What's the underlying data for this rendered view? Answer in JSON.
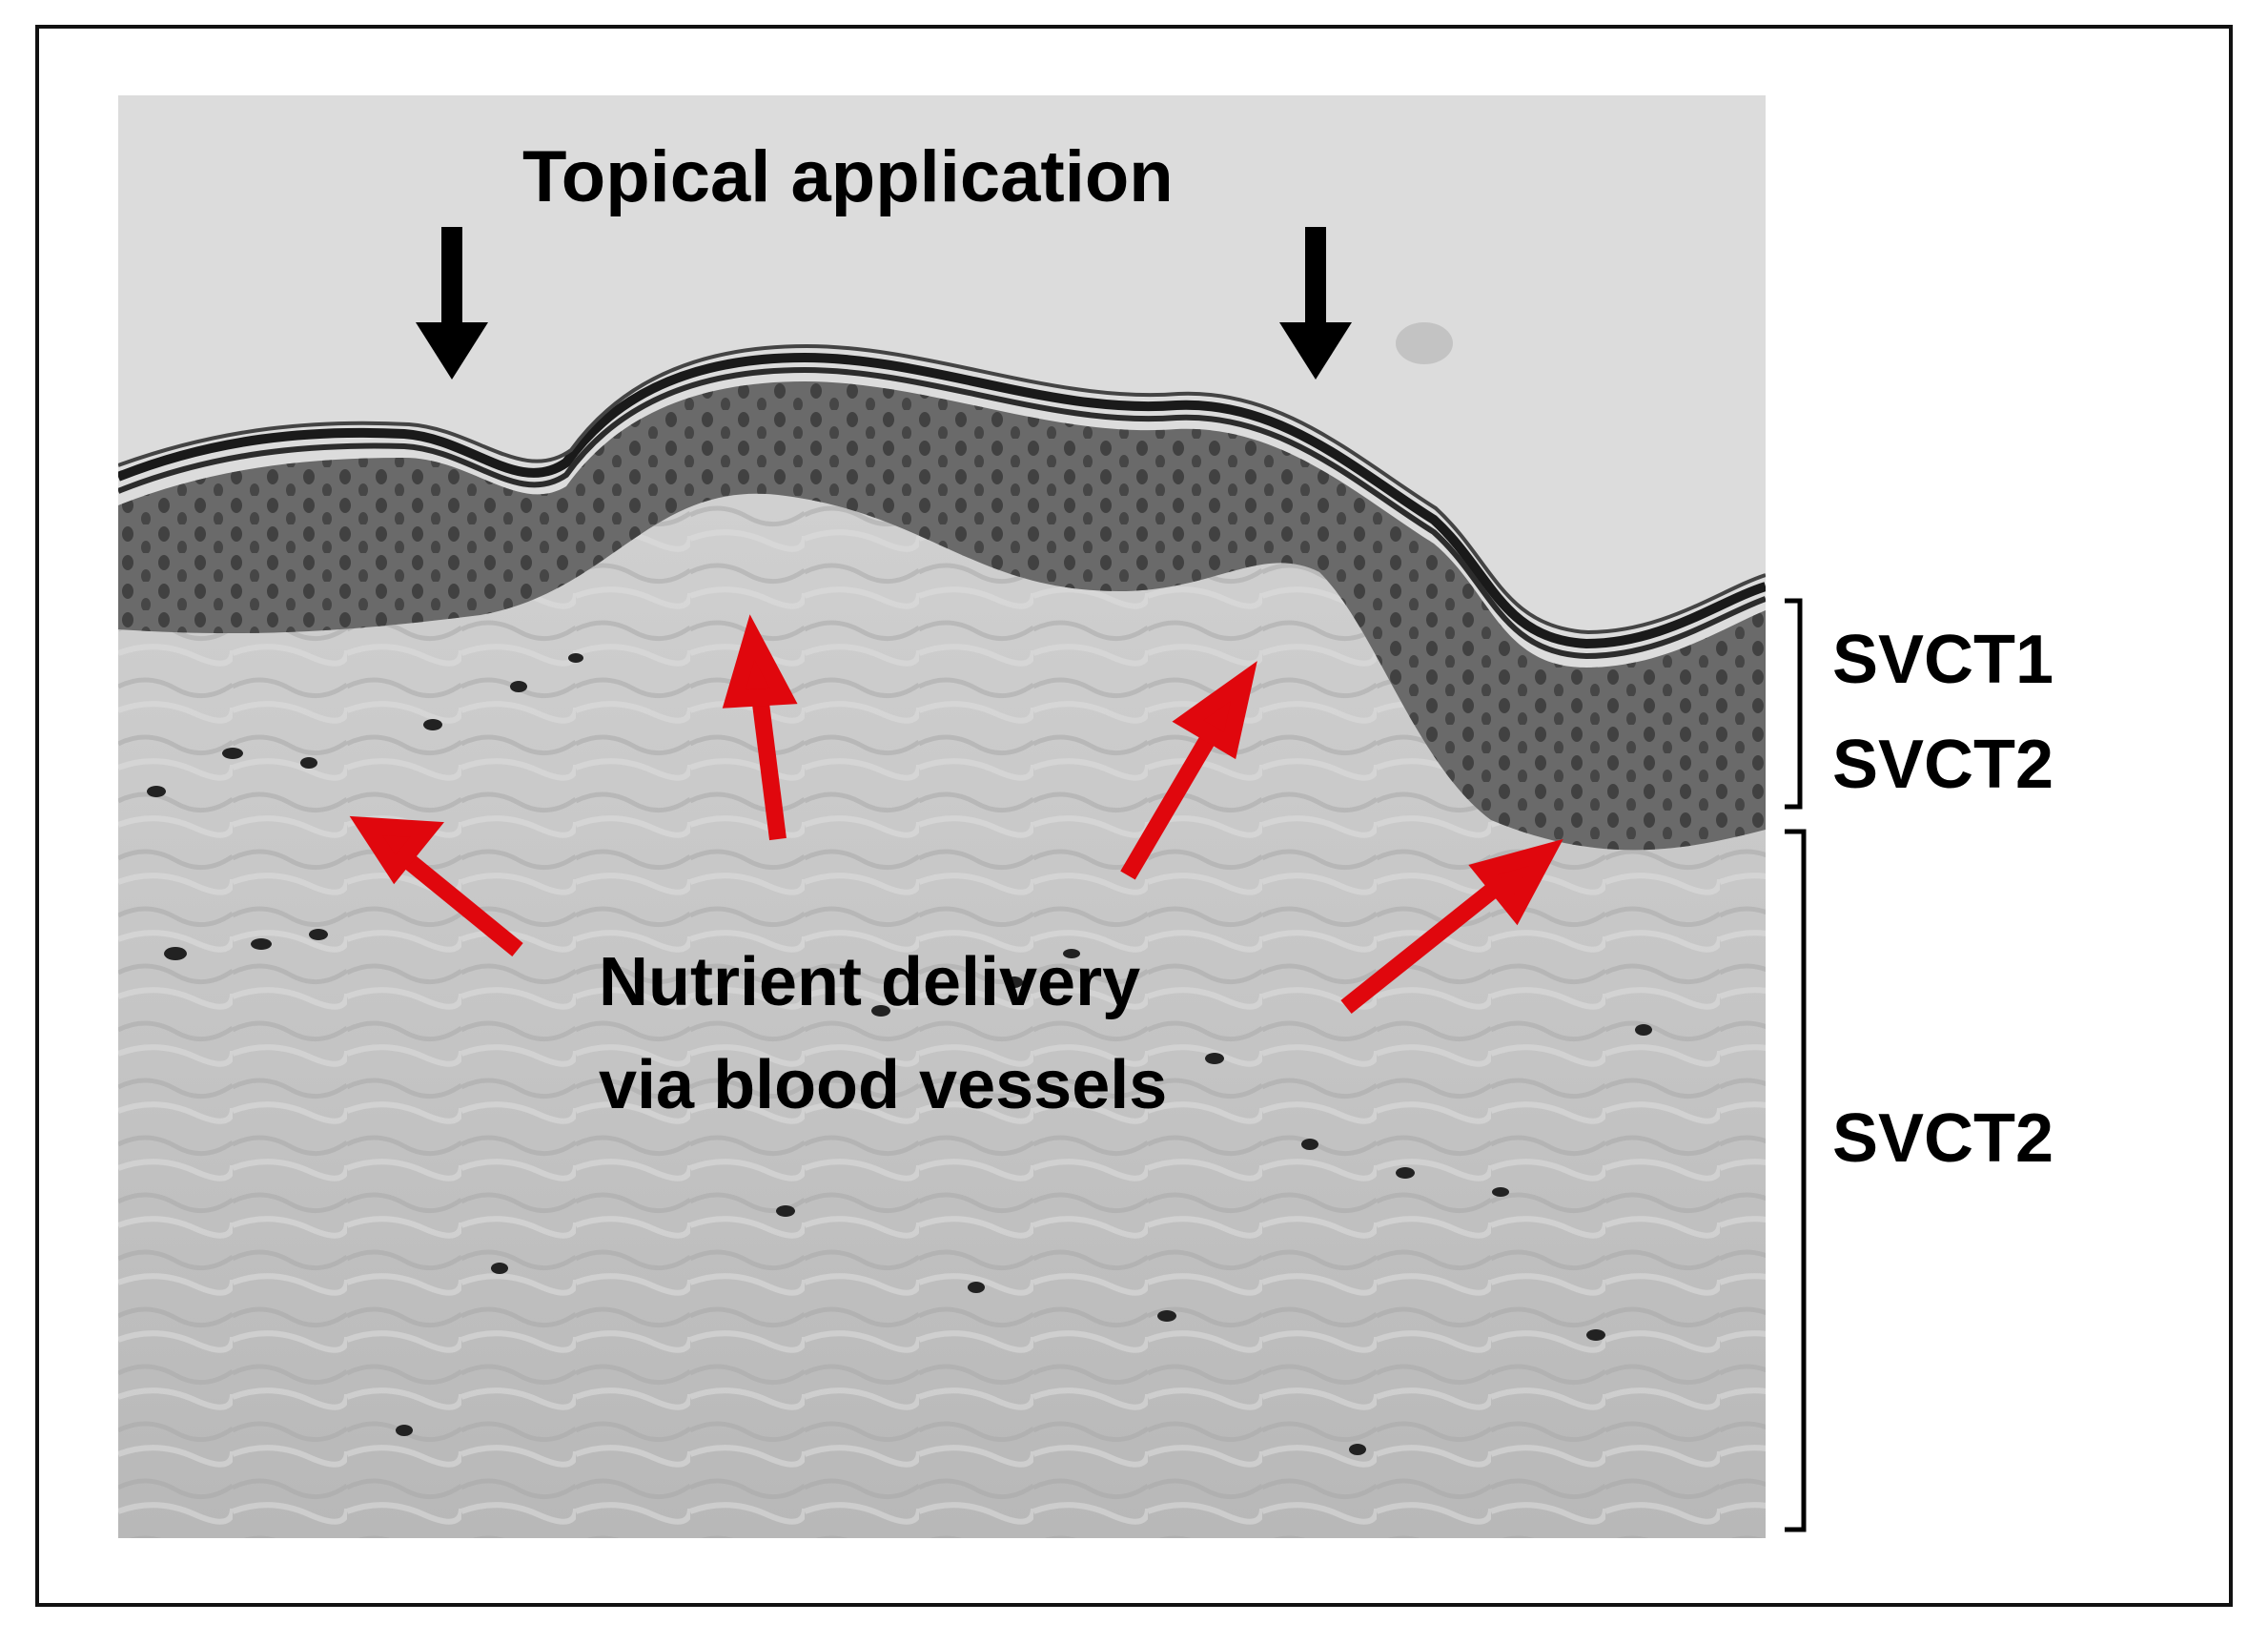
{
  "figure": {
    "top_label": "Topical application",
    "middle_label_line1": "Nutrient delivery",
    "middle_label_line2": "via blood vessels",
    "upper_bracket_line1": "SVCT1",
    "upper_bracket_line2": "SVCT2",
    "lower_bracket_label": "SVCT2"
  },
  "colors": {
    "topical_arrow": "#000000",
    "nutrient_arrow": "#e0070d",
    "epidermis": "#5f5f5f",
    "dermis": "#c9c9c9",
    "background_slide": "#dcdcdc"
  },
  "icons": {
    "topical_arrow": "down-arrow-icon",
    "nutrient_arrow": "up-arrow-icon"
  }
}
